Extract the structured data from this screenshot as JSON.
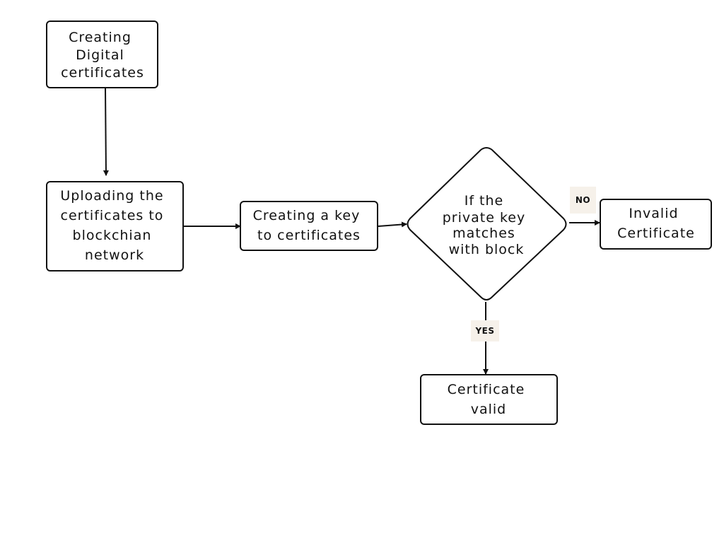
{
  "nodes": {
    "create": {
      "lines": [
        "Creating",
        "Digital",
        "certificates"
      ]
    },
    "upload": {
      "lines": [
        "Uploading the",
        "certificates to",
        "blockchian",
        "network"
      ]
    },
    "key": {
      "lines": [
        "Creating a key",
        "to certificates"
      ]
    },
    "decision": {
      "lines": [
        "If the",
        "private key",
        "matches",
        "with block"
      ]
    },
    "invalid": {
      "lines": [
        "Invalid",
        "Certificate"
      ]
    },
    "valid": {
      "lines": [
        "Certificate",
        "valid"
      ]
    }
  },
  "edge_labels": {
    "no": "NO",
    "yes": "YES"
  },
  "colors": {
    "stroke": "#111111",
    "label_bg": "#f6f1ea",
    "background": "#ffffff"
  }
}
